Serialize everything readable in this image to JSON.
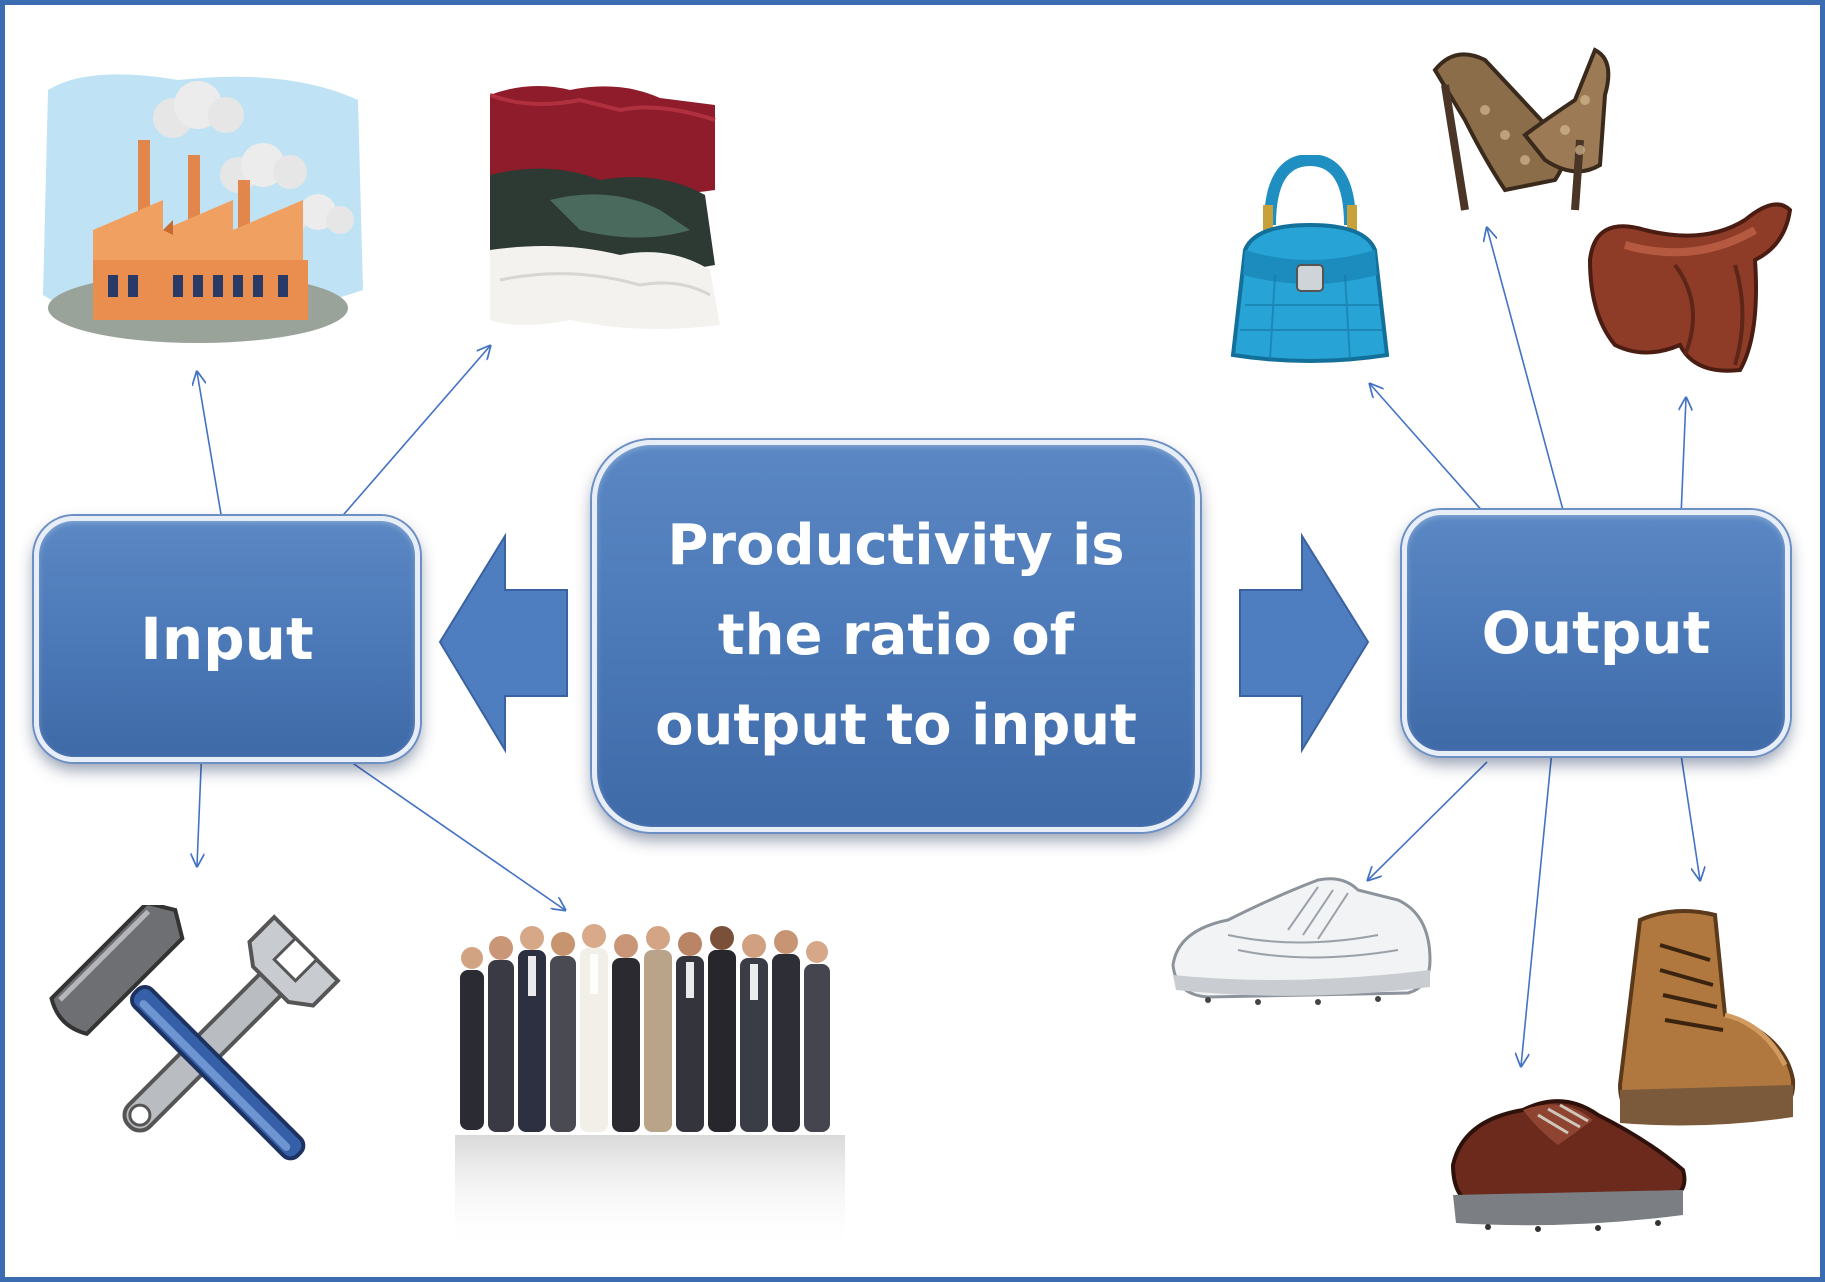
{
  "title": "Productivity is the ratio of output to input",
  "nodes": {
    "input": "Input",
    "center": "Productivity is the ratio of output to input",
    "output": "Output"
  },
  "input_images": [
    "factory",
    "leather rolls",
    "tools (wrench and hammer)",
    "group of workers"
  ],
  "output_images": [
    "handbag",
    "high-heel shoes",
    "saddle",
    "sneaker",
    "dress shoe",
    "work boot"
  ],
  "colors": {
    "box_fill": "#4a77b6",
    "box_border": "#e8eef7",
    "frame": "#3b6bb0",
    "connector": "#4472c4"
  }
}
